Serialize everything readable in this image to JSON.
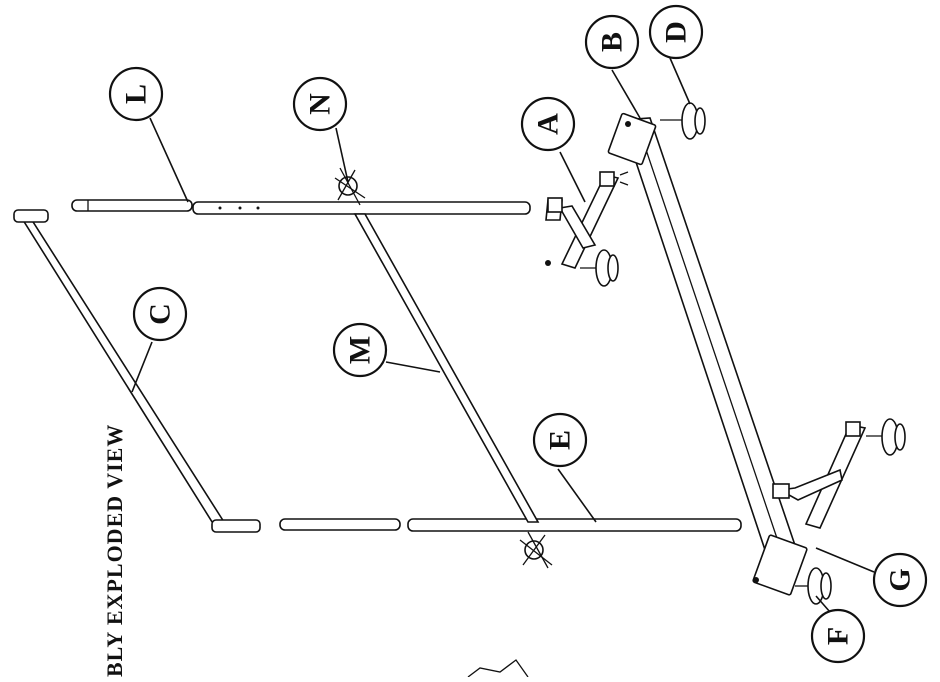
{
  "title": "BLY EXPLODED VIEW",
  "callouts": {
    "A": "A",
    "B": "B",
    "C": "C",
    "D": "D",
    "E": "E",
    "F": "F",
    "G": "G",
    "L": "L",
    "M": "M",
    "N": "N"
  },
  "colors": {
    "ink": "#111111",
    "paper": "#ffffff"
  }
}
